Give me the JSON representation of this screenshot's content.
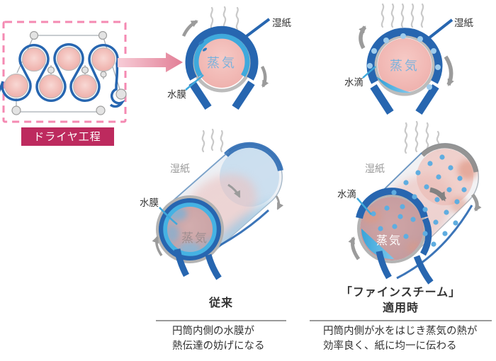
{
  "diagram": {
    "process_label": "ドライヤ工程",
    "circle_conventional": {
      "steam": "蒸気",
      "wet_paper": "湿紙",
      "water_film": "水膜"
    },
    "circle_fine_steam": {
      "steam": "蒸気",
      "wet_paper": "湿紙",
      "water_droplets": "水滴"
    },
    "cylinder_conventional": {
      "wet_paper": "湿紙",
      "water_film": "水膜",
      "steam": "蒸気"
    },
    "cylinder_fine_steam": {
      "wet_paper": "湿紙",
      "water_droplets": "水滴",
      "steam": "蒸気"
    },
    "caption_conventional": {
      "title": "従来",
      "line1": "円筒内側の水膜が",
      "line2": "熱伝達の妨げになる"
    },
    "caption_fine_steam": {
      "title_line1": "「ファインスチーム」",
      "title_line2": "適用時",
      "line1": "円筒内側が水をはじき蒸気の熱が",
      "line2": "効率良く、紙に均一に伝わる"
    }
  },
  "colors": {
    "band_blue": "#2766b0",
    "water_blue": "#3fa9dc",
    "droplet_blue": "#5fade0",
    "steam_text_blue": "#7cb2dc",
    "pink_cylinder": "#eeaca8",
    "crimson_label": "#bd2a5e",
    "dashed_pink": "#f489b2",
    "gray_arrow": "#9b9b9b"
  }
}
